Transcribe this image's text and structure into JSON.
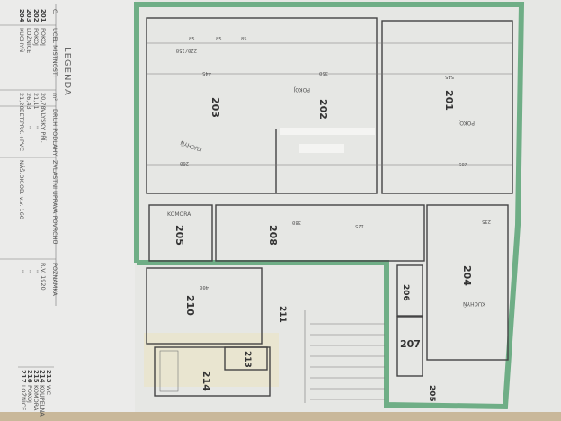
{
  "legend": {
    "title": "LEGENDA",
    "headers": [
      "Č.",
      "ÚČEL MÍSTNOSTI",
      "m²",
      "DRUH PODLAHY",
      "ZVLÁŠTNÍ ÚPRAVA POVRCHŮ",
      "POZNÁMKA"
    ],
    "rows": [
      {
        "no": "201",
        "use": "POKOJ",
        "area": "20,78",
        "floor": "VLYSKY PŘÍ.",
        "treatment": "",
        "note": "R.V. 1920"
      },
      {
        "no": "202",
        "use": "POKOJ",
        "area": "21,11",
        "floor": "\"",
        "treatment": "",
        "note": "\""
      },
      {
        "no": "203",
        "use": "LOŽNICE",
        "area": "26,43",
        "floor": "\"",
        "treatment": "",
        "note": "\""
      },
      {
        "no": "204",
        "use": "KUCHYŇ",
        "area": "21,20",
        "floor": "BET.PRK.+PVC",
        "treatment": "NÁŠ.OK.OB. v.v. 160",
        "note": "\""
      }
    ],
    "rows2": [
      {
        "no": "213",
        "use": "WC"
      },
      {
        "no": "214",
        "use": "KOUPELNA"
      },
      {
        "no": "215",
        "use": "KOMORA"
      },
      {
        "no": "216",
        "use": "POKOJ"
      },
      {
        "no": "217",
        "use": "LOŽNICE"
      }
    ]
  },
  "rooms": [
    "203",
    "202",
    "201",
    "205",
    "208",
    "204",
    "210",
    "211",
    "213",
    "214",
    "206",
    "207",
    "205"
  ],
  "room_names": {
    "kuchyn_top": "KUCHYŇ",
    "pokoj_202": "POKOJ",
    "pokoj_201": "POKOJ",
    "komora": "KOMORA",
    "kuchyn_204": "KUCHYŇ"
  },
  "dimensions": [
    "445",
    "350",
    "545",
    "260",
    "285",
    "400",
    "85",
    "85",
    "85",
    "220/150",
    "125",
    "235",
    "380"
  ],
  "colors": {
    "paper": "#e6e7e4",
    "boundary": "#6fae86",
    "walls": "#444444"
  }
}
